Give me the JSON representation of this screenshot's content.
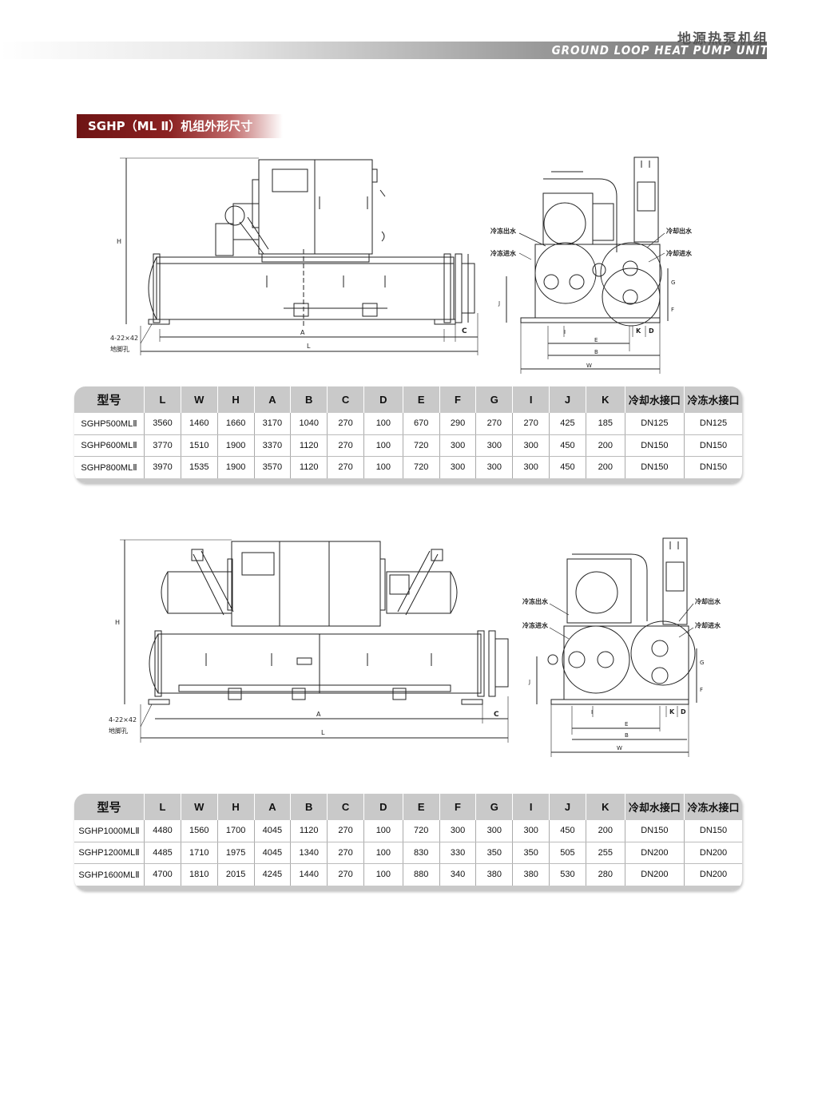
{
  "header": {
    "title_cn": "地源热泵机组",
    "title_en": "GROUND LOOP HEAT PUMP UNIT"
  },
  "section": {
    "title": "SGHP（ML Ⅱ）机组外形尺寸"
  },
  "drawing1": {
    "foot_label": "4-22×42",
    "foot_label2": "地脚孔",
    "dim_A": "A",
    "dim_L": "L",
    "dim_C": "C",
    "dim_H": "H",
    "side_labels": {
      "chilled_out": "冷冻出水",
      "chilled_in": "冷冻进水",
      "cooling_out": "冷却出水",
      "cooling_in": "冷却进水"
    },
    "dims": {
      "G": "G",
      "F": "F",
      "J": "J",
      "I": "I",
      "E": "E",
      "K": "K",
      "D": "D",
      "B": "B",
      "W": "W"
    }
  },
  "drawing2": {
    "foot_label": "4-22×42",
    "foot_label2": "地脚孔",
    "dim_A": "A",
    "dim_L": "L",
    "dim_C": "C",
    "dim_H": "H",
    "side_labels": {
      "chilled_out": "冷冻出水",
      "chilled_in": "冷冻进水",
      "cooling_out": "冷却出水",
      "cooling_in": "冷却进水"
    },
    "dims": {
      "G": "G",
      "F": "F",
      "J": "J",
      "I": "I",
      "E": "E",
      "K": "K",
      "D": "D",
      "B": "B",
      "W": "W"
    }
  },
  "table_headers": [
    "型号",
    "L",
    "W",
    "H",
    "A",
    "B",
    "C",
    "D",
    "E",
    "F",
    "G",
    "I",
    "J",
    "K",
    "冷却水接口",
    "冷冻水接口"
  ],
  "table1": [
    [
      "SGHP500MLⅡ",
      "3560",
      "1460",
      "1660",
      "3170",
      "1040",
      "270",
      "100",
      "670",
      "290",
      "270",
      "270",
      "425",
      "185",
      "DN125",
      "DN125"
    ],
    [
      "SGHP600MLⅡ",
      "3770",
      "1510",
      "1900",
      "3370",
      "1120",
      "270",
      "100",
      "720",
      "300",
      "300",
      "300",
      "450",
      "200",
      "DN150",
      "DN150"
    ],
    [
      "SGHP800MLⅡ",
      "3970",
      "1535",
      "1900",
      "3570",
      "1120",
      "270",
      "100",
      "720",
      "300",
      "300",
      "300",
      "450",
      "200",
      "DN150",
      "DN150"
    ]
  ],
  "table2": [
    [
      "SGHP1000MLⅡ",
      "4480",
      "1560",
      "1700",
      "4045",
      "1120",
      "270",
      "100",
      "720",
      "300",
      "300",
      "300",
      "450",
      "200",
      "DN150",
      "DN150"
    ],
    [
      "SGHP1200MLⅡ",
      "4485",
      "1710",
      "1975",
      "4045",
      "1340",
      "270",
      "100",
      "830",
      "330",
      "350",
      "350",
      "505",
      "255",
      "DN200",
      "DN200"
    ],
    [
      "SGHP1600MLⅡ",
      "4700",
      "1810",
      "2015",
      "4245",
      "1440",
      "270",
      "100",
      "880",
      "340",
      "380",
      "380",
      "530",
      "280",
      "DN200",
      "DN200"
    ]
  ]
}
